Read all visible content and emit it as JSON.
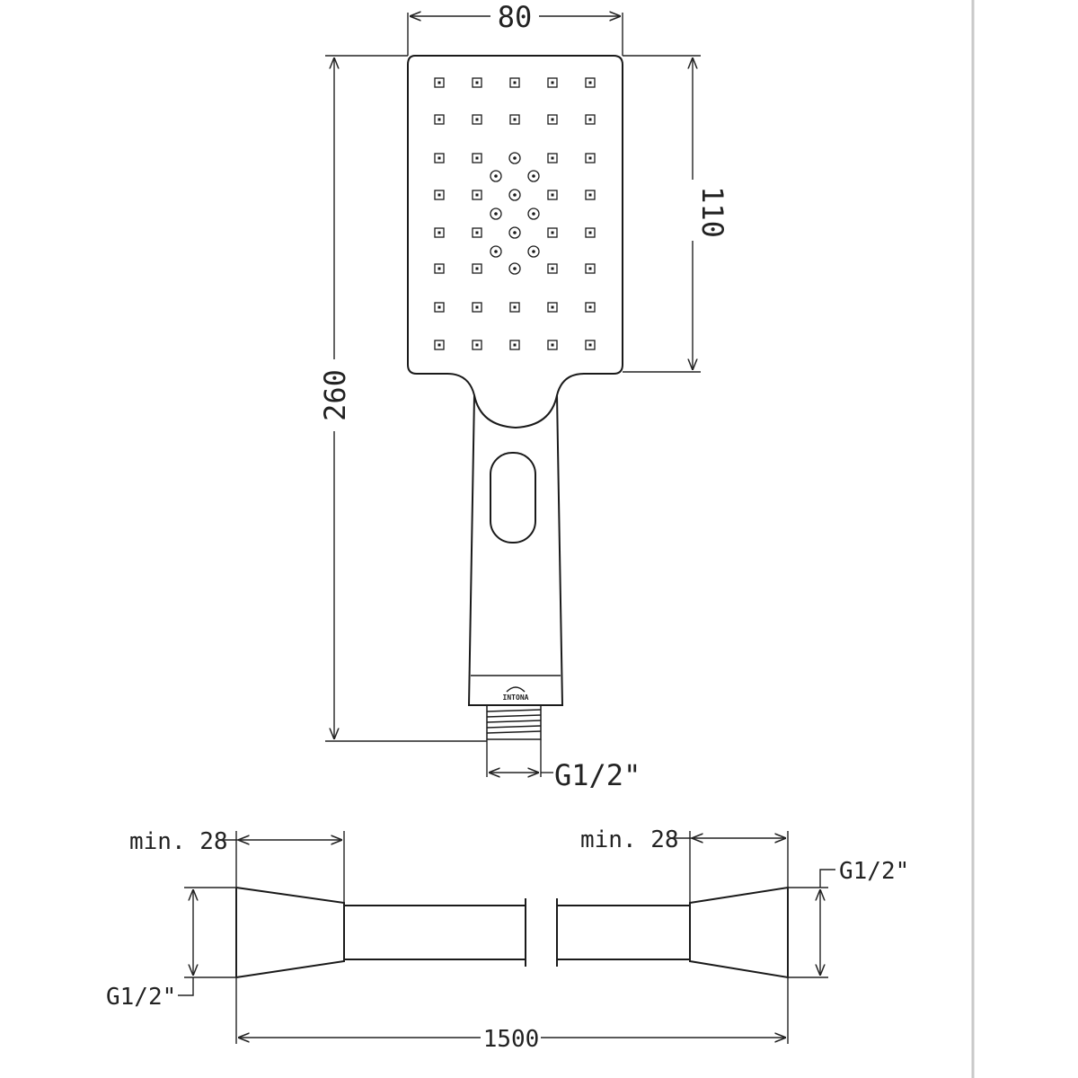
{
  "shower_head": {
    "width_label": "80",
    "height_label": "260",
    "head_height_label": "110",
    "connector_label": "G1/2\"",
    "brand_logo": "INTONA"
  },
  "hose": {
    "left_min_label": "min. 28",
    "right_min_label": "min. 28",
    "left_thread_label": "G1/2\"",
    "right_thread_label": "G1/2\"",
    "length_label": "1500"
  }
}
